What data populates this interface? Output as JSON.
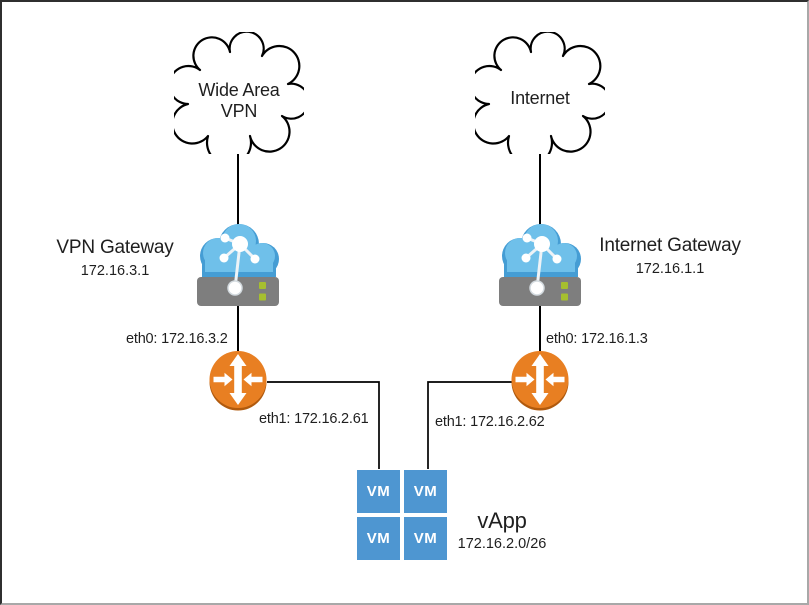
{
  "nodes": {
    "wan_cloud": {
      "label_line1": "Wide Area",
      "label_line2": "VPN"
    },
    "internet_cloud": {
      "label_line1": "Internet"
    },
    "vpn_gateway": {
      "name": "VPN Gateway",
      "ip": "172.16.3.1"
    },
    "internet_gateway": {
      "name": "Internet Gateway",
      "ip": "172.16.1.1"
    },
    "vpn_router": {
      "eth0_label": "eth0: 172.16.3.2",
      "eth1_label": "eth1: 172.16.2.61"
    },
    "internet_router": {
      "eth0_label": "eth0: 172.16.1.3",
      "eth1_label": "eth1: 172.16.2.62"
    },
    "vapp": {
      "name": "vApp",
      "subnet": "172.16.2.0/26",
      "vm_label": "VM",
      "vm_count": 4
    }
  },
  "connections": [
    {
      "from": "wan_cloud",
      "to": "vpn_gateway"
    },
    {
      "from": "vpn_gateway",
      "to": "vpn_router"
    },
    {
      "from": "vpn_router",
      "to": "vapp",
      "via": "eth1"
    },
    {
      "from": "internet_cloud",
      "to": "internet_gateway"
    },
    {
      "from": "internet_gateway",
      "to": "internet_router"
    },
    {
      "from": "internet_router",
      "to": "vapp",
      "via": "eth1"
    }
  ],
  "colors": {
    "vm_blue": "#4e96d1",
    "router_orange": "#e87f22",
    "router_shadow": "#b05a0e",
    "gateway_cloud_light": "#6fc0ea",
    "gateway_cloud_dark": "#459dd4",
    "server_gray": "#7e7e7e",
    "server_led_green": "#a6bf2f",
    "line": "#000000",
    "background": "#ffffff"
  }
}
